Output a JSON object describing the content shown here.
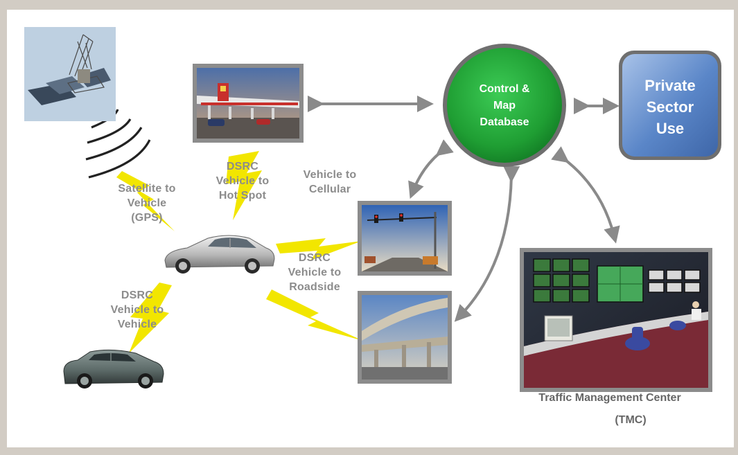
{
  "diagram": {
    "nodes": {
      "control_db": "Control &\nMap\nDatabase",
      "private_sector": "Private\nSector\nUse",
      "tmc_title": "Traffic Management Center",
      "tmc_abbrev": "(TMC)"
    },
    "links": {
      "satellite": "Satellite to\nVehicle\n(GPS)",
      "hot_spot": "DSRC\nVehicle to\nHot Spot",
      "cellular": "Vehicle to\nCellular",
      "roadside": "DSRC\nVehicle to\nRoadside",
      "v2v": "DSRC\nVehicle to\nVehicle"
    },
    "images": [
      "satellite-image",
      "gas-station-photo",
      "traffic-signal-photo",
      "highway-interchange-photo",
      "tmc-control-room-photo",
      "silver-sedan",
      "green-sedan"
    ],
    "colors": {
      "control_green": "#22a83a",
      "private_blue": "#5a86c8",
      "lightning_yellow": "#f2e600",
      "arrow_gray": "#8a8a8a",
      "label_gray": "#8c8c8c",
      "frame_tan": "#d2ccc4"
    }
  }
}
